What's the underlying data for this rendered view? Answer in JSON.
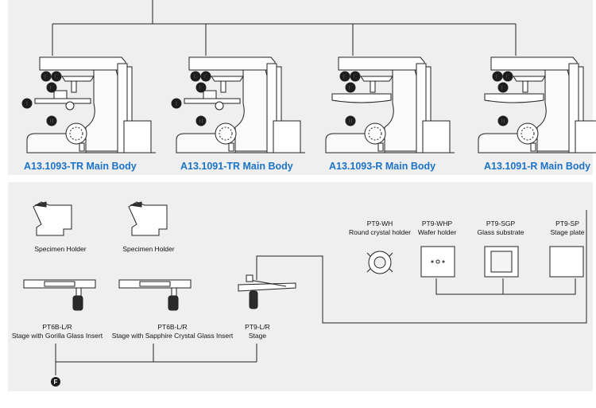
{
  "main_bodies": [
    {
      "name": "A13.1093-TR Main Body",
      "has_I": true
    },
    {
      "name": "A13.1091-TR Main Body",
      "has_I": true
    },
    {
      "name": "A13.1093-R Main Body",
      "has_I": false
    },
    {
      "name": "A13.1091-R Main Body",
      "has_I": false
    }
  ],
  "markers": {
    "E": "E",
    "C": "C",
    "F": "F",
    "H": "H",
    "I": "I"
  },
  "holders": [
    {
      "label": "Specimen Holder"
    },
    {
      "label": "Specimen Holder"
    }
  ],
  "stages": [
    {
      "code": "PT6B-L/R",
      "desc": "Stage with Gorilla Glass Insert"
    },
    {
      "code": "PT6B-L/R",
      "desc": "Stage with Sapphire Crystal Glass Insert"
    },
    {
      "code": "PT9-L/R",
      "desc": "Stage"
    }
  ],
  "plates": [
    {
      "code": "PT9-WH",
      "desc": "Round crystal holder"
    },
    {
      "code": "PT9-WHP",
      "desc": "Wafer holder"
    },
    {
      "code": "PT9-SGP",
      "desc": "Glass  substrate"
    },
    {
      "code": "PT9-SP",
      "desc": "Stage plate"
    }
  ],
  "bottom_marker": "F"
}
